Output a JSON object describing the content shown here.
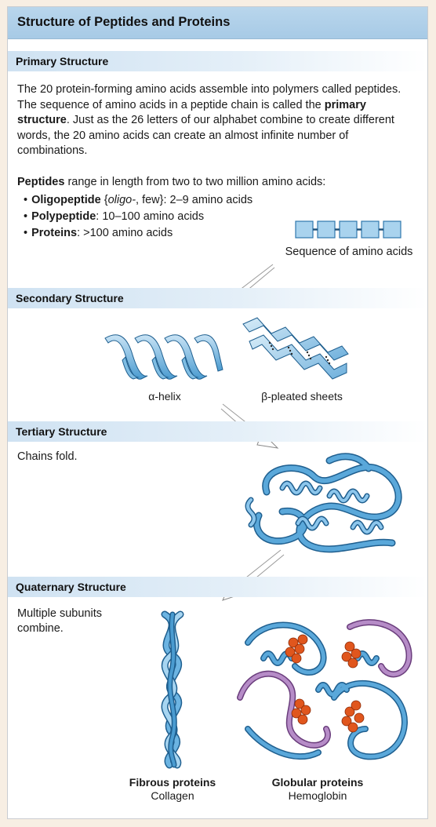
{
  "title": "Structure of Peptides and Proteins",
  "primary": {
    "heading": "Primary Structure",
    "para1_a": "The 20 protein-forming amino acids assemble into polymers called peptides. The sequence of amino acids in a peptide chain is called the ",
    "para1_bold": "primary structure",
    "para1_b": ". Just as the 26 letters of our alphabet combine to create different words, the 20 amino acids can create an almost infinite number of combinations.",
    "para2_bold": "Peptides",
    "para2_rest": " range in length from two to two million amino acids:",
    "bullets": [
      {
        "bold": "Oligopeptide",
        "pre": " {",
        "ital": "oligo-",
        "rest": ", few}: 2–9 amino acids"
      },
      {
        "bold": "Polypeptide",
        "rest": ": 10–100 amino acids"
      },
      {
        "bold": "Proteins",
        "rest": ": >100 amino acids"
      }
    ],
    "sequence_caption": "Sequence of amino acids"
  },
  "secondary": {
    "heading": "Secondary Structure",
    "alpha_caption": "α-helix",
    "beta_caption": "β-pleated sheets"
  },
  "tertiary": {
    "heading": "Tertiary Structure",
    "text": "Chains fold."
  },
  "quaternary": {
    "heading": "Quaternary Structure",
    "text_line1": "Multiple subunits",
    "text_line2": "combine.",
    "fibrous_label": "Fibrous proteins",
    "fibrous_example": "Collagen",
    "globular_label": "Globular proteins",
    "globular_example": "Hemoglobin"
  },
  "colors": {
    "ribbon": "#4a9bd0",
    "ribbon_dark": "#1f5f8f",
    "heme": "#e0561d",
    "purple": "#b68cc7",
    "header_bg": "#b9d6ec"
  }
}
